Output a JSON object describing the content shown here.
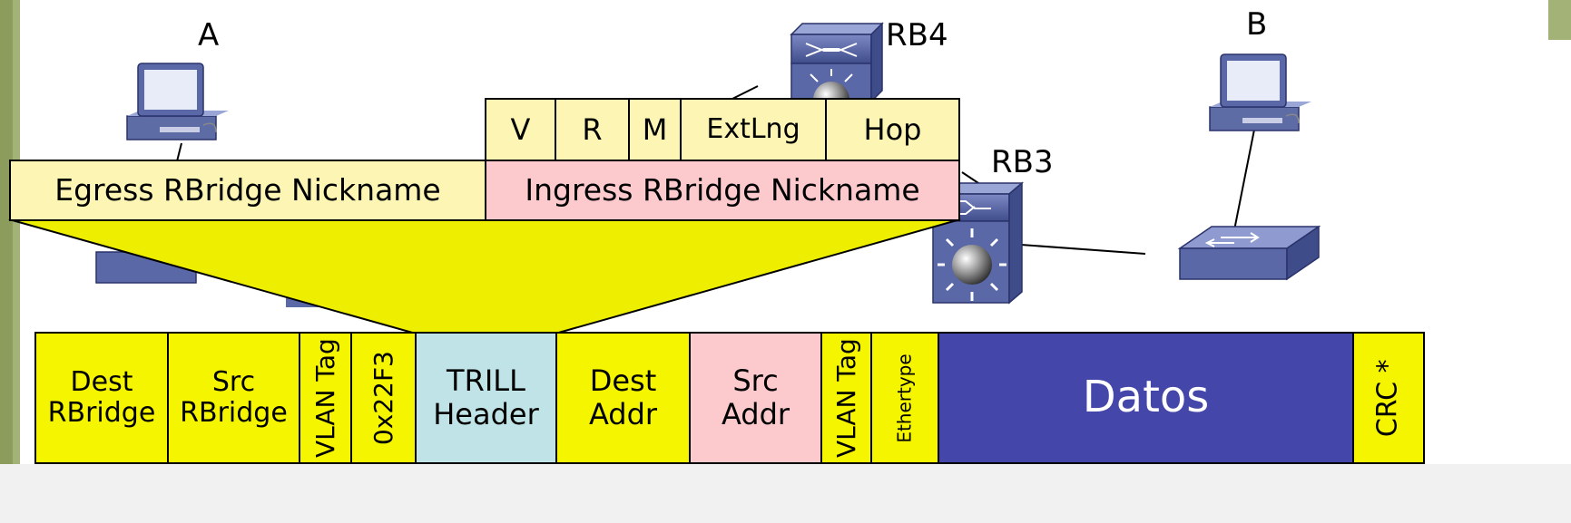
{
  "hosts": {
    "a": "A",
    "b": "B"
  },
  "bridges": {
    "rb4": "RB4",
    "rb3": "RB3"
  },
  "trill_header_fields": {
    "v": "V",
    "r": "R",
    "m": "M",
    "ext": "ExtLng",
    "hop": "Hop",
    "egress": "Egress RBridge Nickname",
    "ingress": "Ingress RBridge Nickname"
  },
  "frame": {
    "dest_rbridge": [
      "Dest",
      "RBridge"
    ],
    "src_rbridge": [
      "Src",
      "RBridge"
    ],
    "vlan_tag_1": "VLAN Tag",
    "ethertype_trill": "0x22F3",
    "trill_header": [
      "TRILL",
      "Header"
    ],
    "dest_addr": [
      "Dest",
      "Addr"
    ],
    "src_addr": [
      "Src",
      "Addr"
    ],
    "vlan_tag_2": "VLAN Tag",
    "ethertype": "Ethertype",
    "datos": "Datos",
    "crc": "CRC *"
  },
  "colors": {
    "outer_fields": "#f5f500",
    "header_fields": "#fdf5b4",
    "ingress_fields": "#fcc9cc",
    "trill_header": "#bfe3e7",
    "payload": "#4546a9",
    "equipment": "#5a68a8"
  }
}
